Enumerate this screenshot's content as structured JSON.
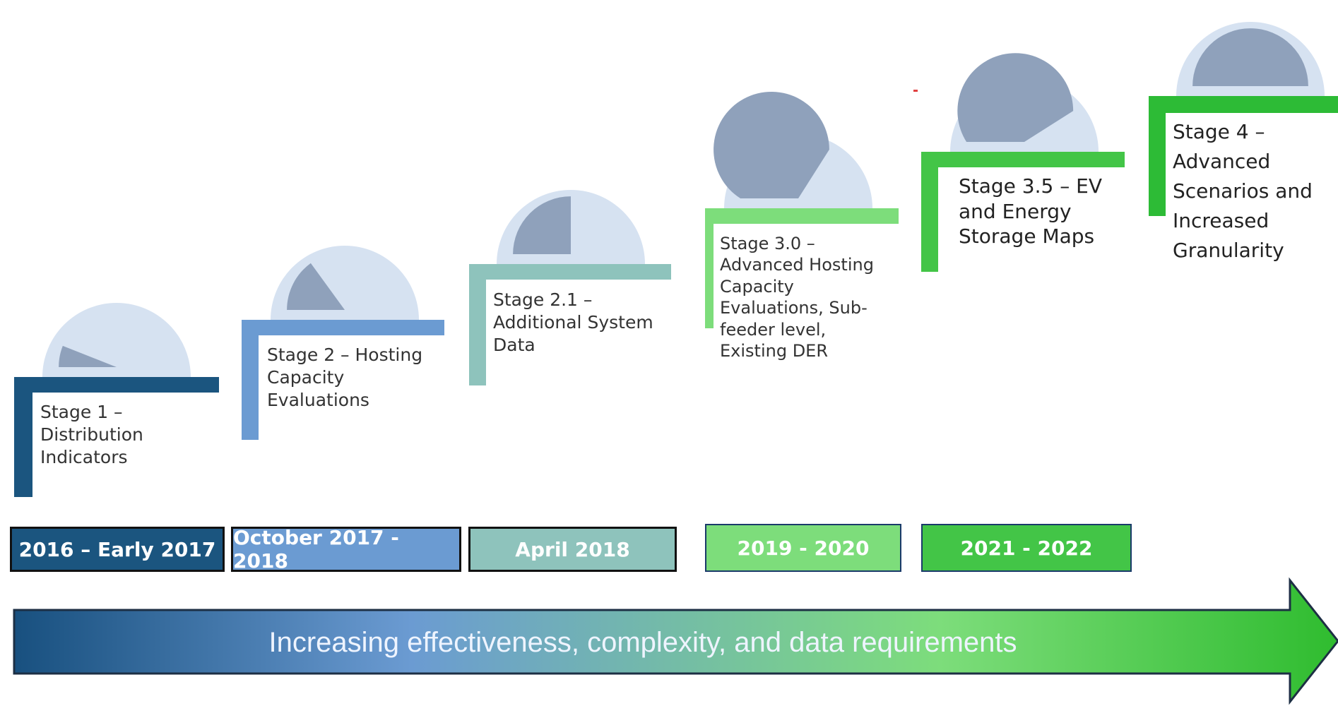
{
  "stages": [
    {
      "label": "Stage 1 –\nDistribution\nIndicators",
      "fill": 0.12,
      "color": "#1b557f"
    },
    {
      "label": "Stage 2 – Hosting\nCapacity\nEvaluations",
      "fill": 0.3,
      "color": "#6b9bd2"
    },
    {
      "label": "Stage 2.1 –\nAdditional System\nData",
      "fill": 0.5,
      "color": "#8ec3bc"
    },
    {
      "label": "Stage 3.0 –\nAdvanced Hosting\nCapacity\nEvaluations, Sub-\nfeeder level,\nExisting DER",
      "fill": 0.68,
      "color": "#7ddd7b"
    },
    {
      "label": "Stage 3.5 – EV\nand Energy\nStorage Maps",
      "fill": 0.82,
      "color": "#43c547"
    },
    {
      "label": "Stage 4 –\nAdvanced\nScenarios and\nIncreased\nGranularity",
      "fill": 1.0,
      "color": "#2dbb36"
    }
  ],
  "dates": [
    {
      "label": "2016 – Early 2017",
      "bg": "#1b557f"
    },
    {
      "label": "October 2017 - 2018",
      "bg": "#6b9bd2"
    },
    {
      "label": "April 2018",
      "bg": "#8ec3bc"
    },
    {
      "label": "2019 - 2020",
      "bg": "#7ddd7b"
    },
    {
      "label": "2021 - 2022",
      "bg": "#43c547"
    }
  ],
  "arrow": {
    "label": "Increasing effectiveness, complexity, and data requirements",
    "gradient": [
      "#18507f",
      "#6b9bd2",
      "#7ddd7b",
      "#2fbc2f"
    ]
  },
  "colors": {
    "gauge_bg": "#d6e2f1",
    "gauge_fill": "#8fa1bb"
  }
}
